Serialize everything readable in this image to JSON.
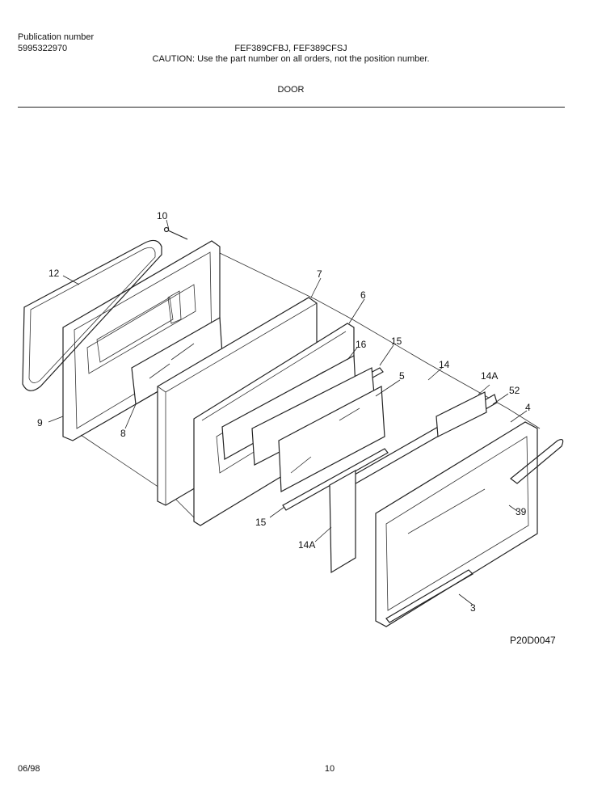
{
  "header": {
    "publication_label": "Publication number",
    "publication_number": "5995322970",
    "models": "FEF389CFBJ, FEF389CFSJ",
    "caution": "CAUTION:  Use the part number on all orders, not the position number.",
    "section": "DOOR"
  },
  "callouts": [
    "10",
    "12",
    "7",
    "6",
    "16",
    "15",
    "5",
    "14",
    "14A",
    "52",
    "4",
    "9",
    "8",
    "39",
    "15",
    "14A",
    "3"
  ],
  "figure_id": "P20D0047",
  "footer": {
    "date": "06/98",
    "page": "10"
  }
}
